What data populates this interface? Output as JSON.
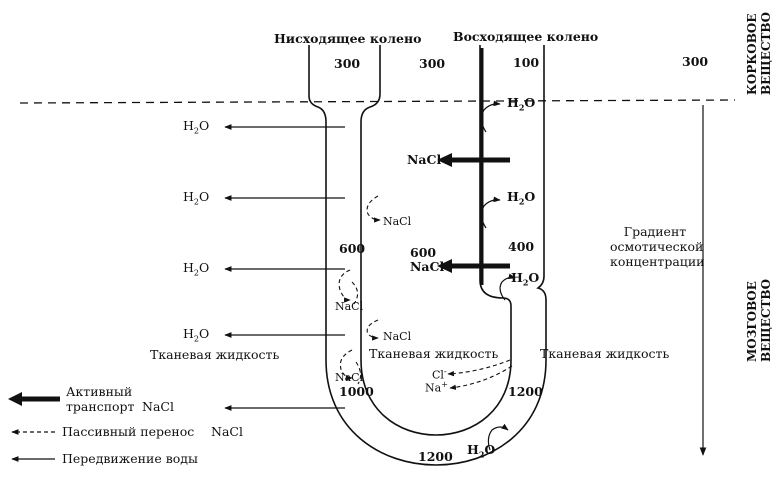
{
  "limb_labels": {
    "descending": "Нисходящее колено",
    "ascending": "Восходящее колено"
  },
  "regions": {
    "cortex": [
      "КОРКОВОЕ",
      "ВЕЩЕСТВО"
    ],
    "medulla": [
      "МОЗГОВОЕ",
      "ВЕЩЕСТВО"
    ]
  },
  "concentrations": {
    "descending_top": "300",
    "between_top": "300",
    "ascending_top": "100",
    "outside_top": "300",
    "descending_mid": "600",
    "ascending_mid_in": "600",
    "ascending_mid_out": "400",
    "descending_low": "1000",
    "ascending_low": "1200",
    "bottom": "1200"
  },
  "substances": {
    "water": "H2O",
    "salt": "NaCl",
    "chloride": "Cl-",
    "sodium": "Na+"
  },
  "tissue_fluid": "Тканевая жидкость",
  "gradient": [
    "Градиент",
    "осмотической",
    "концентрации"
  ],
  "legend": {
    "active": [
      "Активный",
      "транспорт"
    ],
    "active_salt": "NaCl",
    "passive": "Пассивный перенос",
    "passive_salt": "NaCl",
    "water": "Передвижение воды"
  }
}
